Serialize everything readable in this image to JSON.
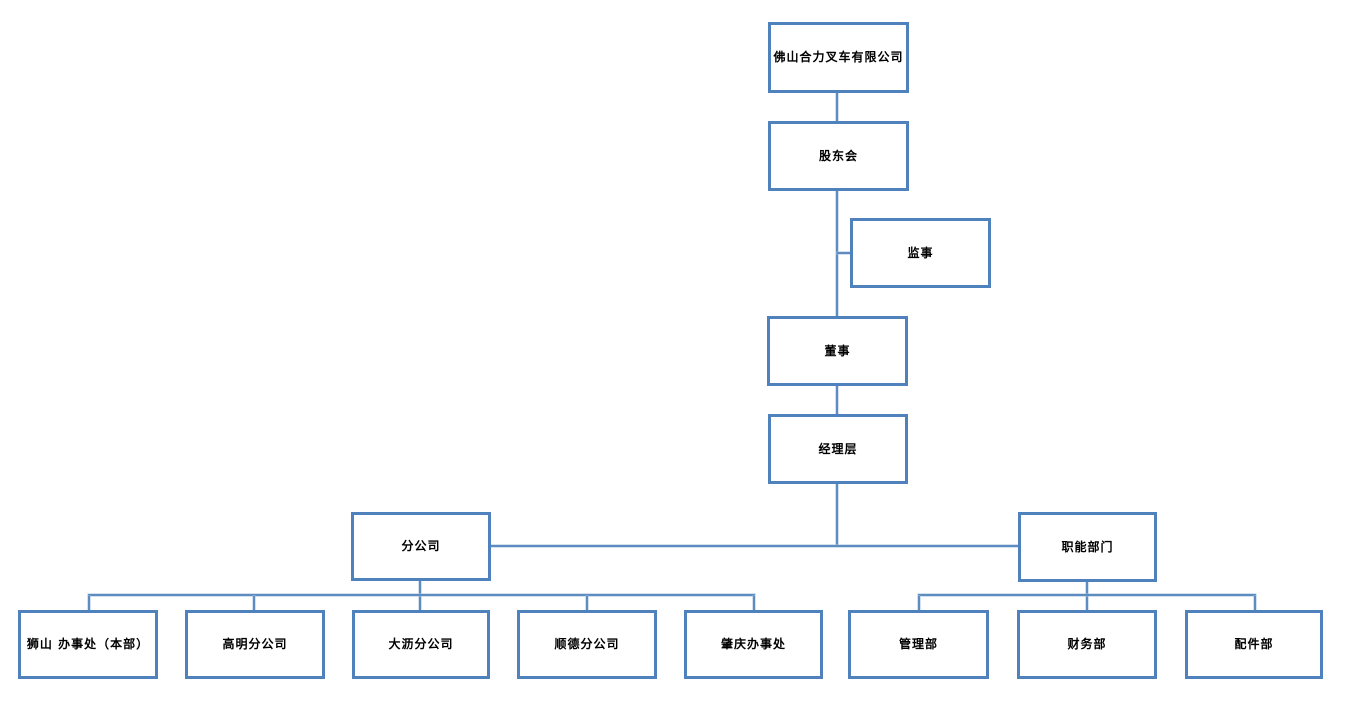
{
  "diagram": {
    "type": "org-chart",
    "colors": {
      "box_border": "#4F81BD",
      "connector": "#5D8CC1",
      "text": "#000000",
      "background": "#FFFFFF"
    }
  },
  "nodes": {
    "company": {
      "label": "佛山合力叉车有限公司"
    },
    "shareholders": {
      "label": "股东会"
    },
    "supervisor": {
      "label": "监事"
    },
    "director": {
      "label": "董事"
    },
    "management": {
      "label": "经理层"
    },
    "branches": {
      "label": "分公司"
    },
    "functional": {
      "label": "职能部门"
    },
    "shishan": {
      "label": "狮山 办事处（本部）"
    },
    "gaoming": {
      "label": "高明分公司"
    },
    "dali": {
      "label": "大沥分公司"
    },
    "shunde": {
      "label": "顺德分公司"
    },
    "zhaoqing": {
      "label": "肇庆办事处"
    },
    "admin": {
      "label": "管理部"
    },
    "finance": {
      "label": "财务部"
    },
    "parts": {
      "label": "配件部"
    }
  },
  "hierarchy": {
    "root": "佛山合力叉车有限公司",
    "chain": [
      "股东会",
      "董事",
      "经理层"
    ],
    "supervisor_of_shareholders": "监事",
    "management_children": {
      "分公司": [
        "狮山 办事处（本部）",
        "高明分公司",
        "大沥分公司",
        "顺德分公司",
        "肇庆办事处"
      ],
      "职能部门": [
        "管理部",
        "财务部",
        "配件部"
      ]
    }
  }
}
